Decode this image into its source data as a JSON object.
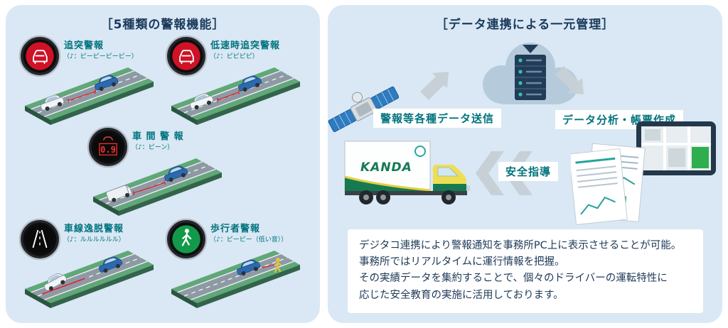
{
  "left_panel": {
    "title": "［5種類の警報機能］",
    "alerts": [
      {
        "label": "追突警報",
        "sound": "（♪：ピーピーピーピー）"
      },
      {
        "label": "低速時追突警報",
        "sound": "（♪：ピピピピ）"
      },
      {
        "label": "車 間 警 報",
        "sound": "（♪：ピーン）"
      },
      {
        "label": "車線逸脱警報",
        "sound": "（♪：ルルルルルル）"
      },
      {
        "label": "歩行者警報",
        "sound": "（♪：ピーピー（低い音））"
      }
    ],
    "gauge_distance_value": "0.9"
  },
  "right_panel": {
    "title": "［データ連携による一元管理］",
    "label_send": "警報等各種データ送信",
    "label_analysis": "データ分析・帳票作成",
    "label_guidance": "安全指導",
    "truck_brand": "KANDA",
    "description_lines": [
      "デジタコ連携により警報通知を事務所PC上に表示させることが可能。",
      "事務所ではリアルタイムに運行情報を把握。",
      "その実績データを集約することで、個々のドライバーの運転特性に",
      "応じた安全教育の実施に活用しております。"
    ]
  },
  "colors": {
    "panel_background": "#d9e8f4",
    "title_navy": "#1b3a5c",
    "label_teal": "#00737e",
    "alert_red": "#cf1226",
    "safe_green": "#129a4a",
    "truck_green": "#157a52",
    "arrow_gray": "#c7d0d7"
  }
}
